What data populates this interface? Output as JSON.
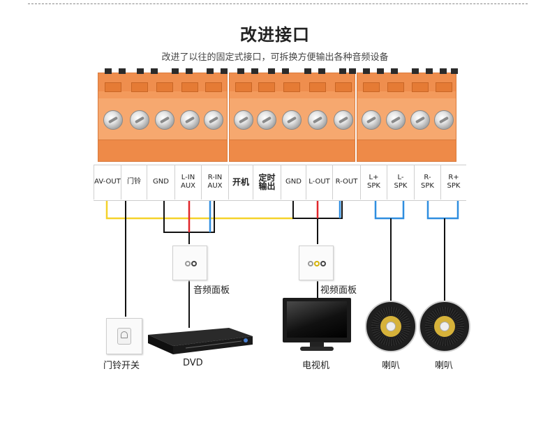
{
  "header": {
    "title": "改进接口",
    "subtitle": "改进了以往的固定式接口，可拆换方便输出各种音频设备"
  },
  "terminals": [
    {
      "label": "AV-OUT"
    },
    {
      "label": "门铃"
    },
    {
      "label": "GND"
    },
    {
      "label": "L-IN\nAUX"
    },
    {
      "label": "R-IN\nAUX"
    },
    {
      "label": "开机"
    },
    {
      "label": "定时\n输出"
    },
    {
      "label": "GND"
    },
    {
      "label": "L-OUT"
    },
    {
      "label": "R-OUT"
    },
    {
      "label": "L+\nSPK"
    },
    {
      "label": "L-\nSPK"
    },
    {
      "label": "R-\nSPK"
    },
    {
      "label": "R+\nSPK"
    }
  ],
  "devices": {
    "audio_panel": "音频面板",
    "video_panel": "视频面板",
    "doorbell_switch": "门铃开关",
    "dvd": "DVD",
    "tv": "电视机",
    "speaker_left": "喇叭",
    "speaker_right": "喇叭"
  },
  "colors": {
    "connector_orange": "#f39a5c",
    "wire_yellow": "#f5d22a",
    "wire_red": "#e0262b",
    "wire_blue": "#2f8ee0",
    "wire_black": "#111111"
  }
}
